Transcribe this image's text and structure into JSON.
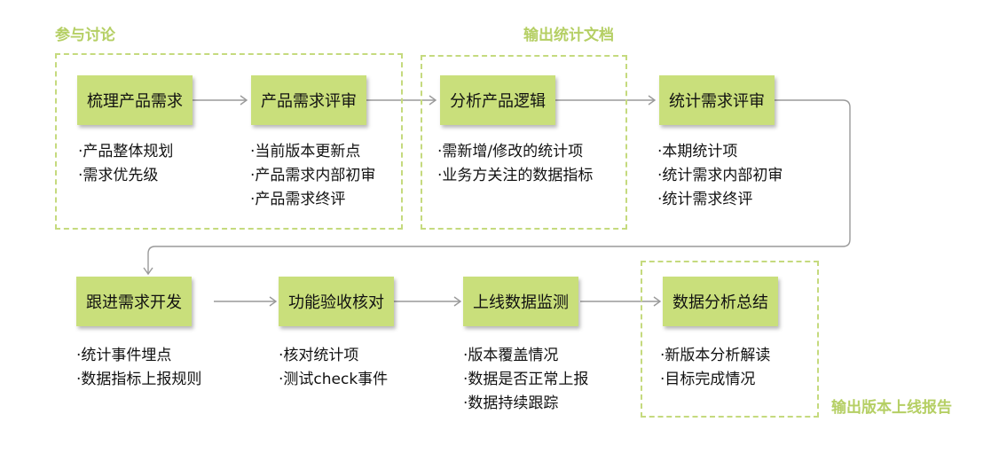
{
  "groups": {
    "discussion": "参与讨论",
    "stats_doc": "输出统计文档",
    "launch_report": "输出版本上线报告"
  },
  "steps": [
    {
      "title": "梳理产品需求",
      "bullets": [
        "产品整体规划",
        "需求优先级"
      ]
    },
    {
      "title": "产品需求评审",
      "bullets": [
        "当前版本更新点",
        "产品需求内部初审",
        "产品需求终评"
      ]
    },
    {
      "title": "分析产品逻辑",
      "bullets": [
        "需新增/修改的统计项",
        "业务方关注的数据指标"
      ]
    },
    {
      "title": "统计需求评审",
      "bullets": [
        "本期统计项",
        "统计需求内部初审",
        "统计需求终评"
      ]
    },
    {
      "title": "跟进需求开发",
      "bullets": [
        "统计事件埋点",
        "数据指标上报规则"
      ]
    },
    {
      "title": "功能验收核对",
      "bullets": [
        "核对统计项",
        "测试check事件"
      ]
    },
    {
      "title": "上线数据监测",
      "bullets": [
        "版本覆盖情况",
        "数据是否正常上报",
        "数据持续跟踪"
      ]
    },
    {
      "title": "数据分析总结",
      "bullets": [
        "新版本分析解读",
        "目标完成情况"
      ]
    }
  ],
  "colors": {
    "step_fill": "#c9df7b",
    "group_border": "#c5da7e",
    "group_label": "#b5cf64",
    "connector": "#9a9a9a"
  }
}
